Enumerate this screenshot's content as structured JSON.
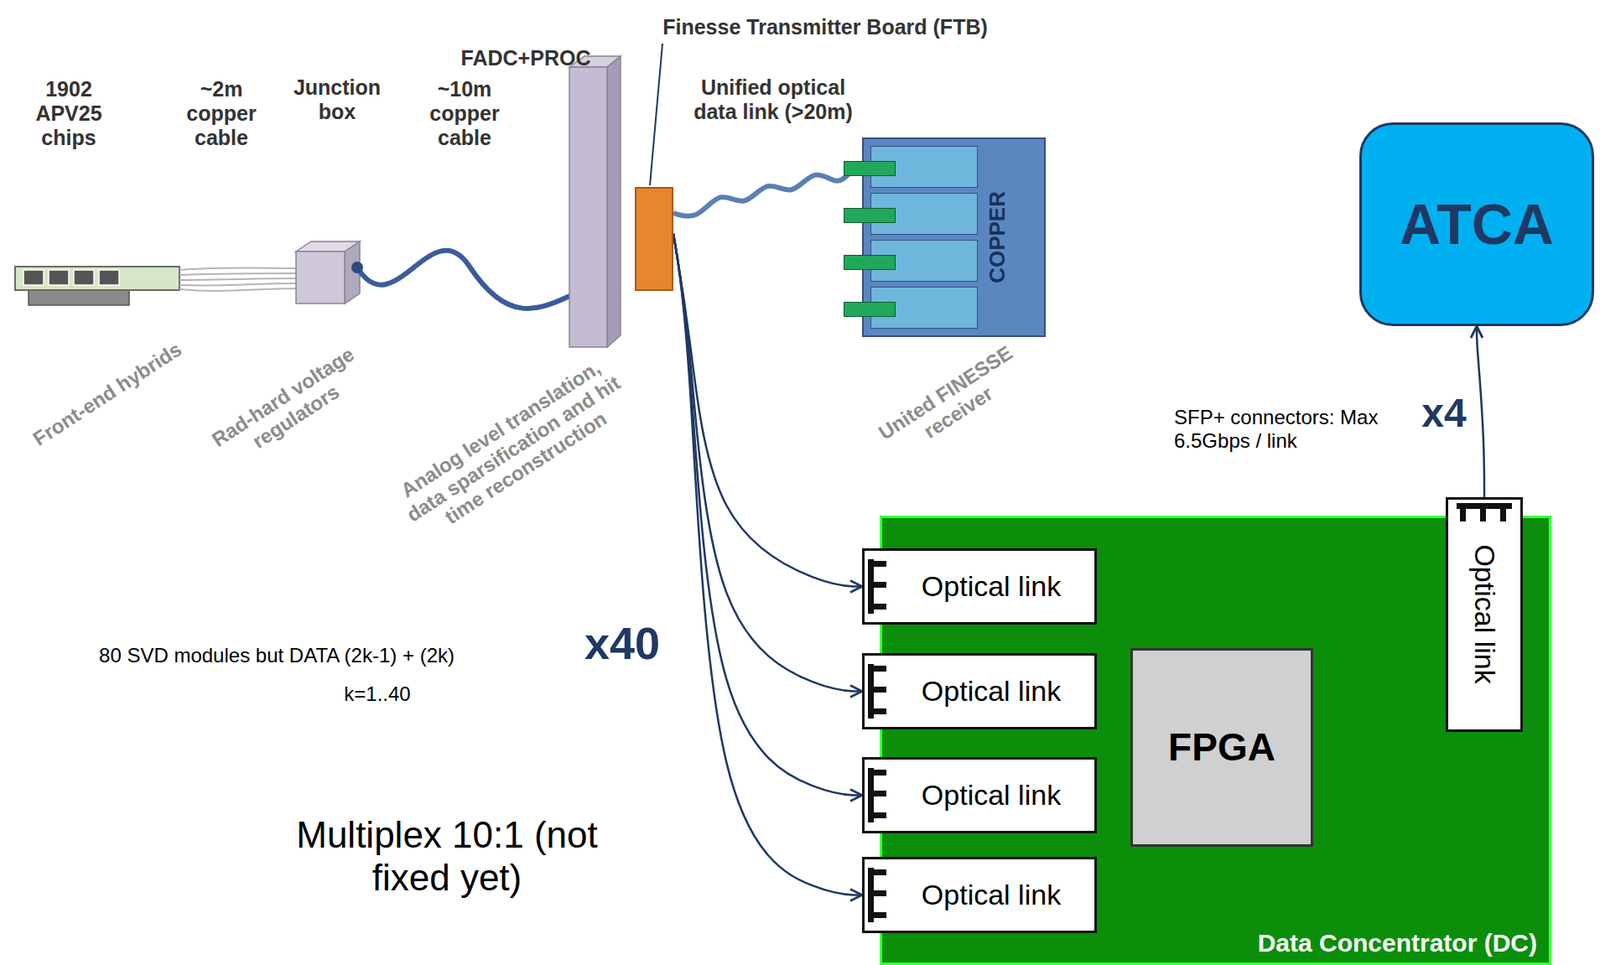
{
  "diagram": {
    "nodes": [
      {
        "text": [
          "Finesse Transmitter Board (FTB)"
        ]
      },
      {
        "text": [
          "COPPER"
        ]
      },
      {
        "text": [
          "ATCA"
        ]
      },
      {
        "text": [
          "Data Concentrator (DC)"
        ]
      },
      {
        "text": [
          "Optical link"
        ],
        "in": 3
      },
      {
        "text": [
          "Optical link"
        ],
        "in": 3
      },
      {
        "text": [
          "Optical link"
        ],
        "in": 3
      },
      {
        "text": [
          "Optical link"
        ],
        "in": 3
      },
      {
        "text": [
          "FPGA"
        ],
        "in": 3
      },
      {
        "text": [
          "Optical link"
        ],
        "in": 3
      }
    ],
    "edges": [
      {
        "from": 0,
        "to": 1,
        "arrow": "none"
      },
      {
        "from": 0,
        "to": 4,
        "arrow": "to"
      },
      {
        "from": 0,
        "to": 5,
        "arrow": "to"
      },
      {
        "from": 0,
        "to": 6,
        "arrow": "to"
      },
      {
        "from": 0,
        "to": 7,
        "arrow": "to"
      },
      {
        "from": 9,
        "to": 2,
        "arrow": "to"
      }
    ],
    "labels": [
      "1902 APV25 chips",
      "~2m copper cable",
      "Junction box",
      "~10m copper cable",
      "FADC+PROC",
      "Unified optical data link (>20m)",
      "Front-end hybrids",
      "Rad-hard voltage regulators",
      "Analog level translation, data sparsification and hit time reconstruction",
      "United FINESSE receiver",
      "80 SVD modules but DATA (2k-1) + (2k)",
      "k=1..40",
      "x40",
      "Multiplex 10:1 (not fixed yet)",
      "SFP+ connectors: Max 6.5Gbps / link",
      "x4"
    ]
  }
}
